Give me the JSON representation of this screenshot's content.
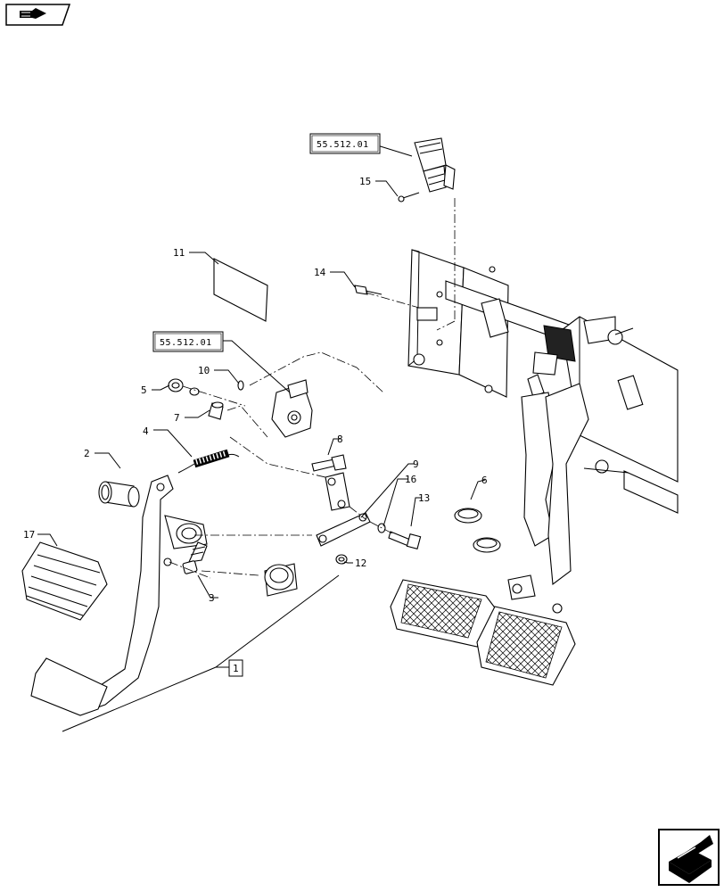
{
  "nav": {
    "prev_icon": "hand-pointing-icon",
    "next_icon": "next-page-arrow-icon"
  },
  "refs": {
    "top_ref": "55.512.01",
    "mid_ref": "55.512.01"
  },
  "callouts": {
    "c1": "1",
    "c2": "2",
    "c3": "3",
    "c4": "4",
    "c5": "5",
    "c6": "6",
    "c7": "7",
    "c8": "8",
    "c9": "9",
    "c10": "10",
    "c11": "11",
    "c12": "12",
    "c13": "13",
    "c14": "14",
    "c15": "15",
    "c16": "16",
    "c17": "17"
  }
}
